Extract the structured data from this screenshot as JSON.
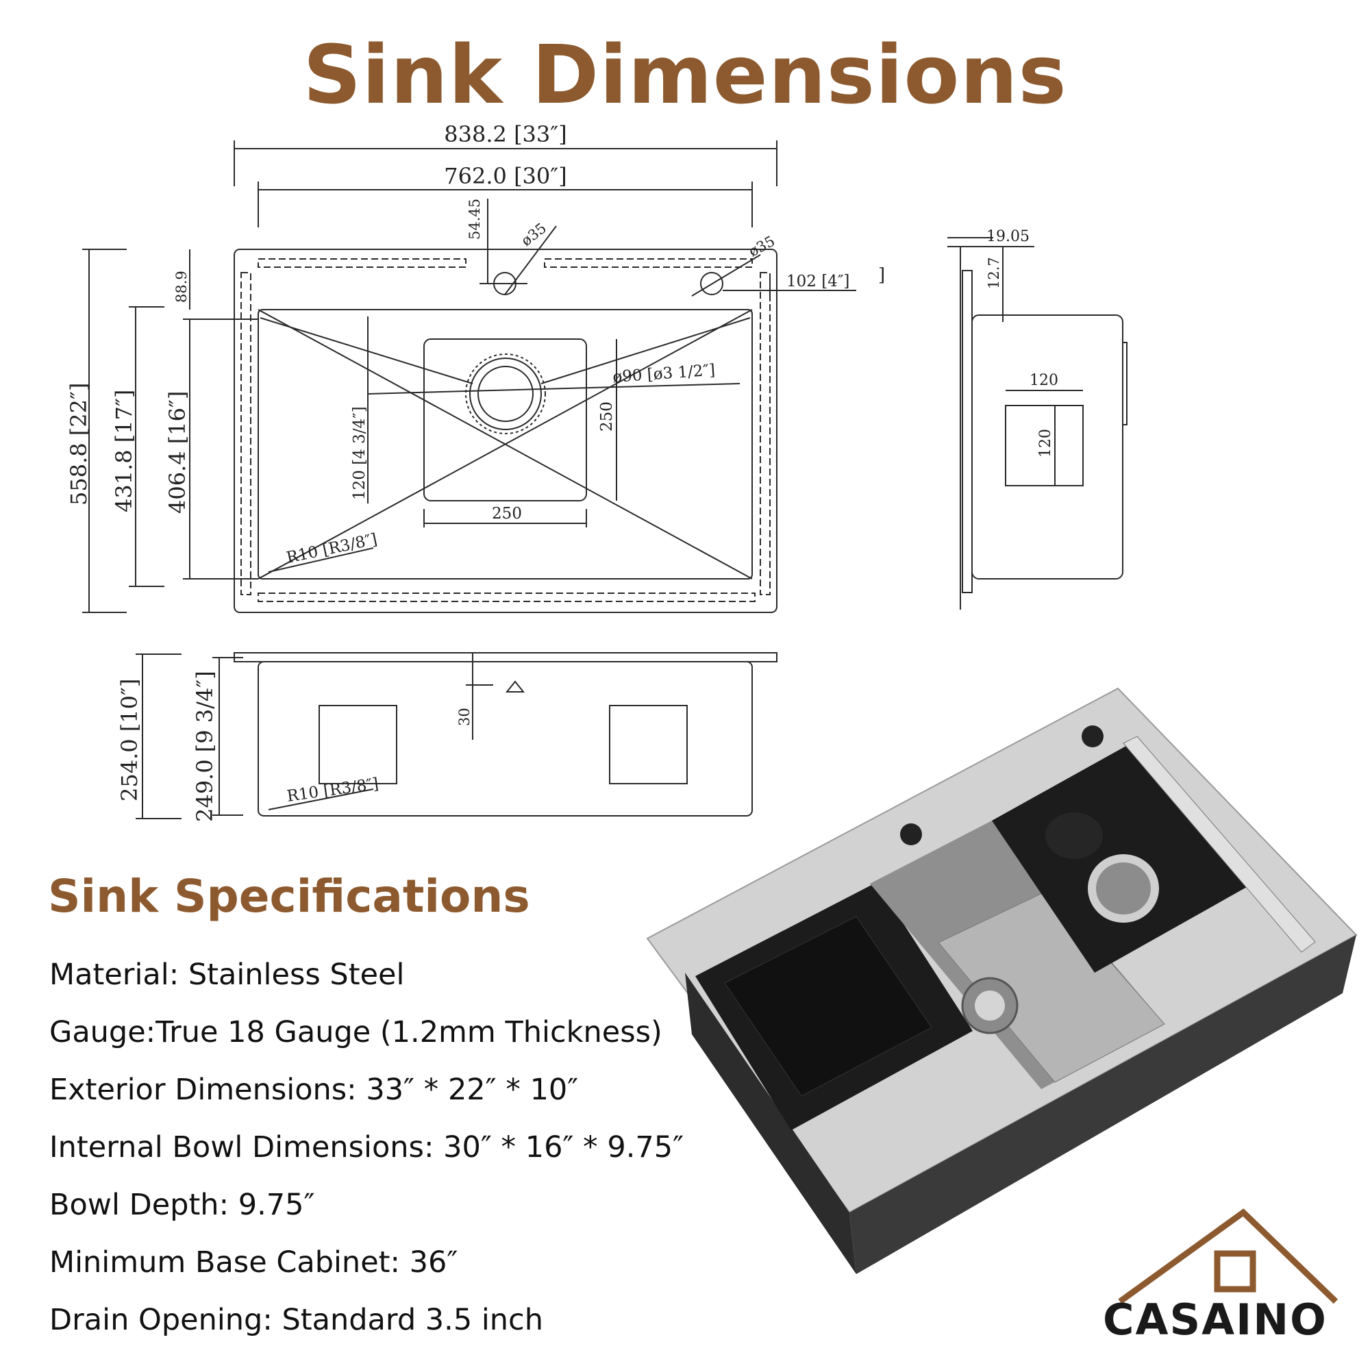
{
  "title": "Sink Dimensions",
  "dimensions": {
    "overall_width": "838.2 [33″]",
    "inner_width": "762.0 [30″]",
    "edge_to_hole": "54.45",
    "hole_dia_1": "ø35",
    "hole_dia_2": "ø35",
    "hole_offset": "102 [4″]",
    "bracket": "]",
    "top_margin": "88.9",
    "overall_depth": "558.8 [22″]",
    "bowl_outer_depth": "431.8 [17″]",
    "bowl_inner_depth": "406.4 [16″]",
    "drain_offset": "120 [4 3/4″]",
    "drain_dia": "ø90 [ø3 1/2″]",
    "drain_box_h": "250",
    "drain_box_w": "250",
    "corner_radius": "R10 [R3/8″]",
    "side_flange": "19.05",
    "side_lip": "12.7",
    "side_box_w": "120",
    "side_box_h": "120",
    "height_outer": "254.0 [10″]",
    "height_inner": "249.0 [9 3/4″]",
    "front_offset": "30",
    "front_radius": "R10 [R3/8″]"
  },
  "specs_title": "Sink Specifications",
  "specs": [
    "Material: Stainless Steel",
    "Gauge:True 18 Gauge (1.2mm Thickness)",
    "Exterior Dimensions: 33″ * 22″ * 10″",
    "Internal Bowl Dimensions: 30″ * 16″ * 9.75″",
    "Bowl Depth: 9.75″",
    "Minimum Base Cabinet: 36″",
    "Drain Opening: Standard 3.5 inch"
  ],
  "brand": "CASAINO",
  "colors": {
    "accent": "#8c5a2e",
    "line": "#2a2a2a",
    "steel": "#c9c9c9",
    "dark": "#1c1c1c"
  }
}
